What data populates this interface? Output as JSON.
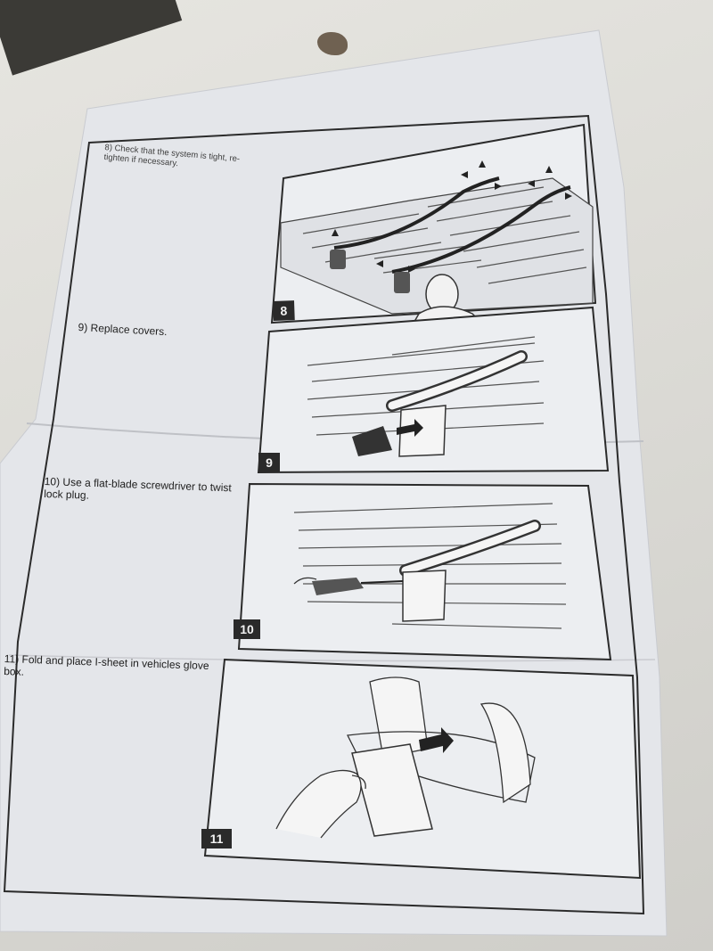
{
  "steps": [
    {
      "number": "8",
      "text": "8) Check that the system is tight, re-tighten if necessary."
    },
    {
      "number": "9",
      "text": "9) Replace covers."
    },
    {
      "number": "10",
      "text": "10) Use a flat-blade screwdriver to twist lock plug."
    },
    {
      "number": "11",
      "text": "11) Fold and place I-sheet in vehicles glove box."
    }
  ]
}
